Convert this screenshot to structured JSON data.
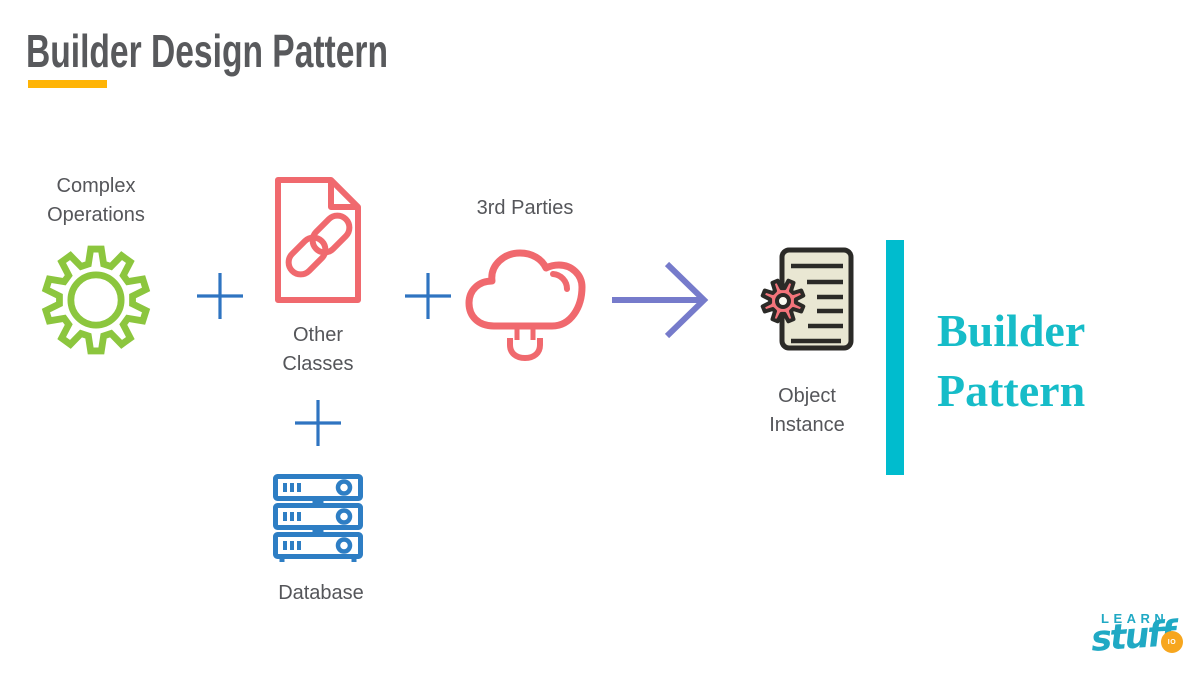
{
  "slide": {
    "title": "Builder Design Pattern"
  },
  "colors": {
    "title_text": "#58595C",
    "title_underline": "#FFB406",
    "label_text": "#55565A",
    "gear_green": "#8CC63E",
    "link_document_red": "#F0696E",
    "cloud_red": "#F0696E",
    "plus_blue": "#2F74C1",
    "database_blue": "#2E7EC4",
    "arrow_purple": "#767BCB",
    "result_bar_teal": "#00BCCE",
    "result_text_teal": "#16BCC8",
    "object_paper_beige": "#E9E7D3",
    "object_outline_dark": "#2B2A27",
    "object_gear_red": "#F3747B",
    "logo_teal": "#20A9C4",
    "logo_orange": "#F7A61E"
  },
  "nodes": {
    "complex_operations": {
      "line1": "Complex",
      "line2": "Operations",
      "icon": "gear-icon"
    },
    "other_classes": {
      "line1": "Other",
      "line2": "Classes",
      "icon": "linked-document-icon"
    },
    "third_parties": {
      "label": "3rd Parties",
      "icon": "cloud-plug-icon"
    },
    "database": {
      "label": "Database",
      "icon": "server-rack-icon"
    },
    "object_instance": {
      "line1": "Object",
      "line2": "Instance",
      "icon": "document-gear-icon"
    }
  },
  "result": {
    "line1": "Builder",
    "line2": "Pattern"
  },
  "logo": {
    "top": "LEARN",
    "script": "stuff",
    "badge": "IO"
  }
}
